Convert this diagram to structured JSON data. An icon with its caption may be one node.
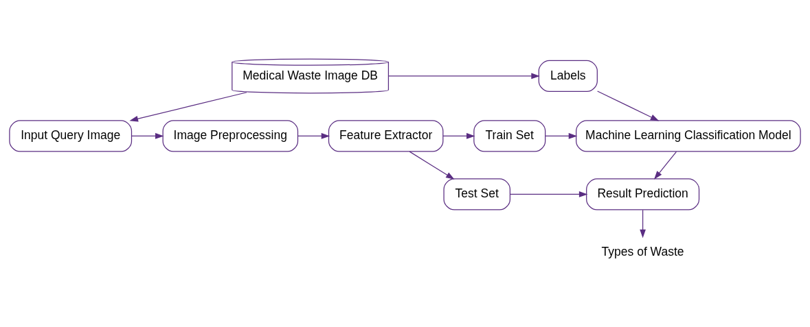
{
  "diagram": {
    "nodes": [
      {
        "text": [
          "Medical Waste Image DB"
        ]
      },
      {
        "text": [
          "Labels"
        ]
      },
      {
        "text": [
          "Input Query Image"
        ]
      },
      {
        "text": [
          "Image Preprocessing"
        ]
      },
      {
        "text": [
          "Feature Extractor"
        ]
      },
      {
        "text": [
          "Train Set"
        ]
      },
      {
        "text": [
          "Machine Learning Classification Model"
        ]
      },
      {
        "text": [
          "Test Set"
        ]
      },
      {
        "text": [
          "Result Prediction"
        ]
      },
      {
        "text": [
          "Types of Waste"
        ]
      }
    ],
    "edges": [
      {
        "from": 0,
        "to": 1,
        "arrow": "to"
      },
      {
        "from": 0,
        "to": 2,
        "arrow": "to"
      },
      {
        "from": 2,
        "to": 3,
        "arrow": "to"
      },
      {
        "from": 3,
        "to": 4,
        "arrow": "to"
      },
      {
        "from": 4,
        "to": 5,
        "arrow": "to"
      },
      {
        "from": 5,
        "to": 6,
        "arrow": "to"
      },
      {
        "from": 1,
        "to": 6,
        "arrow": "to"
      },
      {
        "from": 4,
        "to": 7,
        "arrow": "to"
      },
      {
        "from": 6,
        "to": 8,
        "arrow": "to"
      },
      {
        "from": 7,
        "to": 8,
        "arrow": "to"
      },
      {
        "from": 8,
        "to": 9,
        "arrow": "to"
      }
    ]
  }
}
